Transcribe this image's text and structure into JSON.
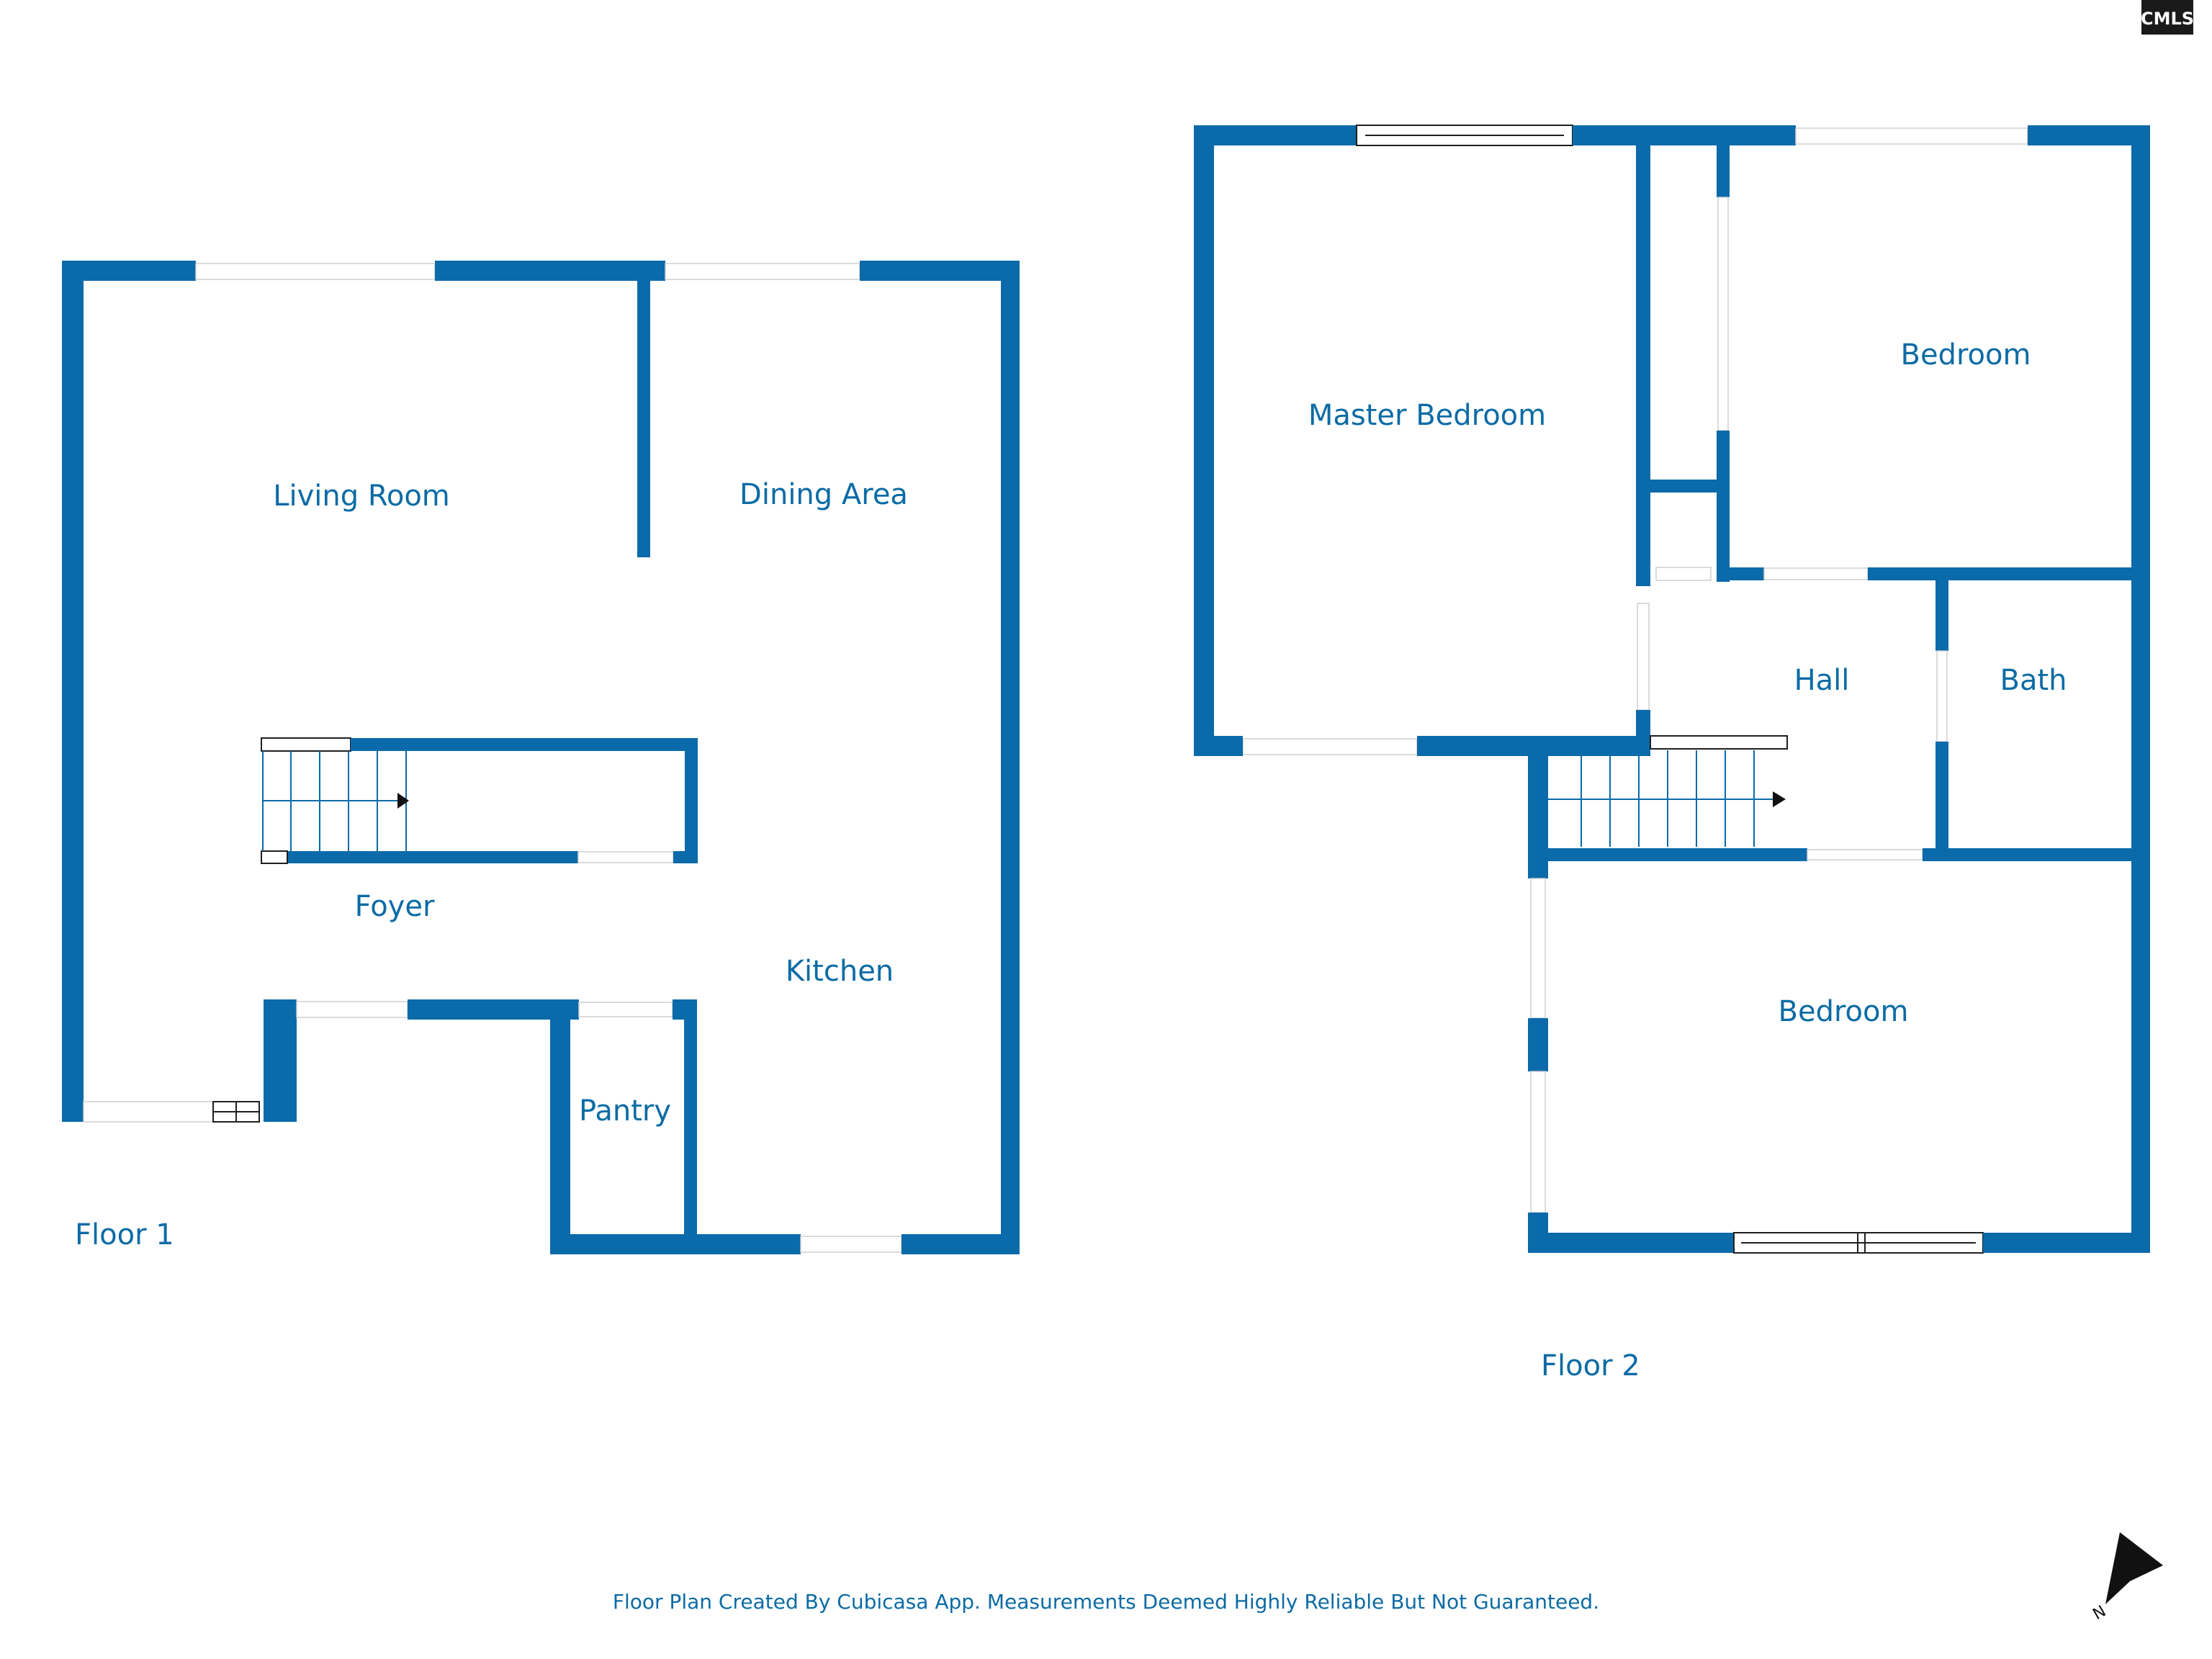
{
  "logo": {
    "text": "CMLS"
  },
  "floors": [
    {
      "label": "Floor 1",
      "rooms": [
        "Living Room",
        "Dining Area",
        "Foyer",
        "Kitchen",
        "Pantry"
      ]
    },
    {
      "label": "Floor 2",
      "rooms": [
        "Master Bedroom",
        "Bedroom",
        "Hall",
        "Bath",
        "Bedroom"
      ]
    }
  ],
  "footer": "Floor Plan Created By Cubicasa App. Measurements Deemed Highly Reliable But Not Guaranteed.",
  "compass": {
    "letter": "N",
    "icon": "north-arrow-icon"
  },
  "colors": {
    "wall": "#0b6aaa",
    "text": "#0b6ba5",
    "logo_bg": "#1a1a1a"
  }
}
